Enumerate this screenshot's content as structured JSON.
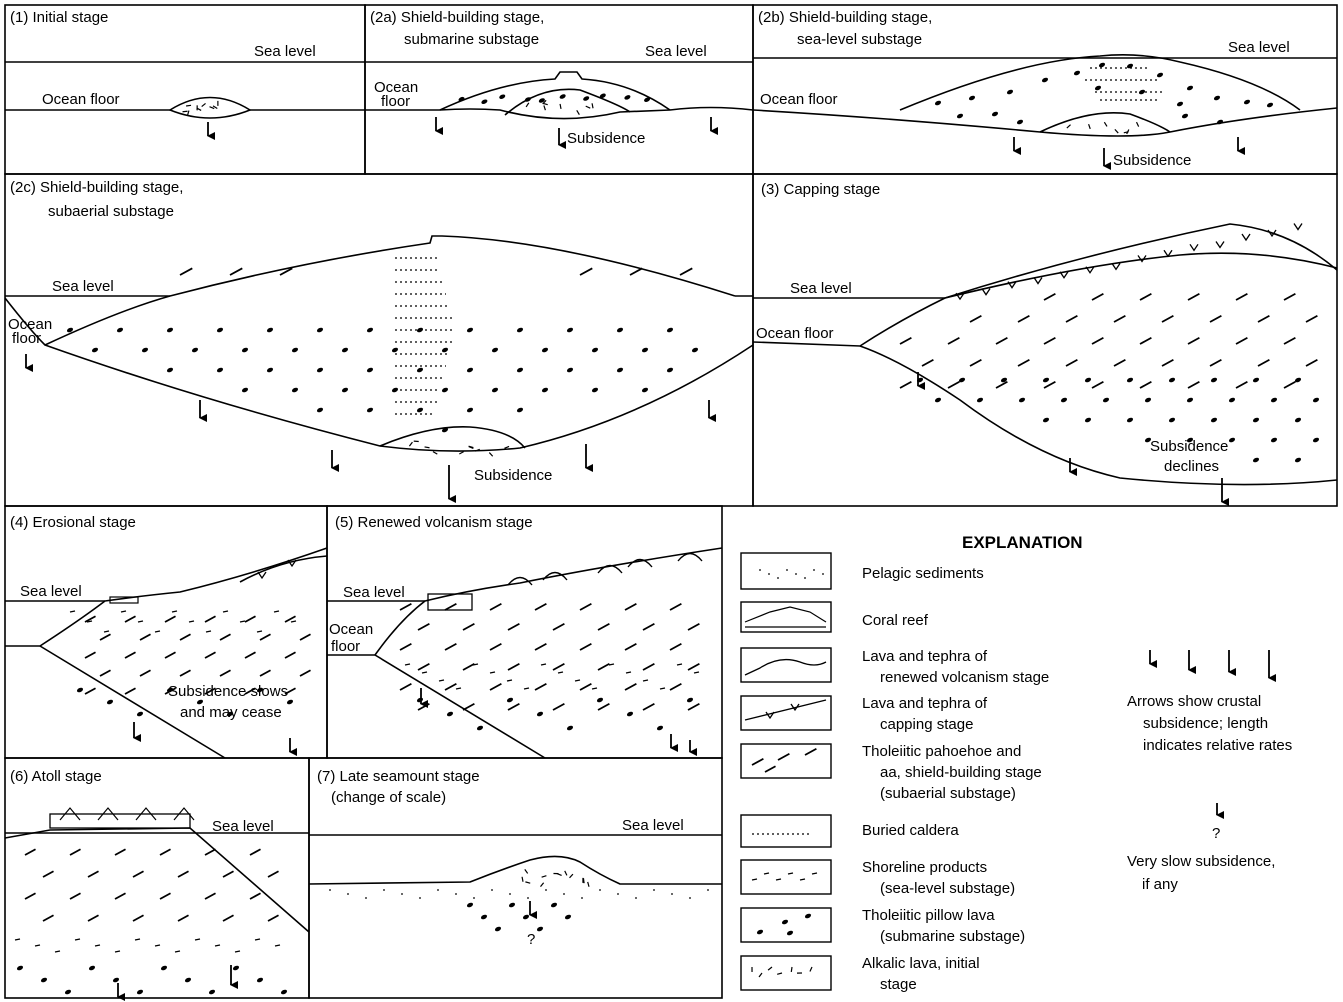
{
  "panels": {
    "p1": {
      "title": "(1) Initial stage",
      "sea_level": "Sea level",
      "ocean_floor": "Ocean floor"
    },
    "p2a": {
      "title_line1": "(2a) Shield-building stage,",
      "title_line2": "submarine substage",
      "sea_level": "Sea level",
      "ocean_floor_1": "Ocean",
      "ocean_floor_2": "floor",
      "subsidence": "Subsidence"
    },
    "p2b": {
      "title_line1": "(2b) Shield-building stage,",
      "title_line2": "sea-level substage",
      "sea_level": "Sea level",
      "ocean_floor": "Ocean floor",
      "subsidence": "Subsidence"
    },
    "p2c": {
      "title_line1": "(2c) Shield-building stage,",
      "title_line2": "subaerial substage",
      "sea_level": "Sea level",
      "ocean_floor_1": "Ocean",
      "ocean_floor_2": "floor",
      "subsidence": "Subsidence"
    },
    "p3": {
      "title": "(3) Capping stage",
      "sea_level": "Sea level",
      "ocean_floor": "Ocean floor",
      "subsidence_1": "Subsidence",
      "subsidence_2": "declines"
    },
    "p4": {
      "title": "(4) Erosional stage",
      "sea_level": "Sea level",
      "note_1": "Subsidence slows",
      "note_2": "and may cease"
    },
    "p5": {
      "title": "(5) Renewed volcanism stage",
      "sea_level": "Sea level",
      "ocean_floor_1": "Ocean",
      "ocean_floor_2": "floor"
    },
    "p6": {
      "title": "(6) Atoll stage",
      "sea_level": "Sea level"
    },
    "p7": {
      "title_line1": "(7) Late seamount stage",
      "title_line2": "(change of scale)",
      "sea_level": "Sea level",
      "question": "?"
    }
  },
  "explanation": {
    "heading": "EXPLANATION",
    "items": [
      {
        "symbol": "pelagic-sediments-swatch",
        "lines": [
          "Pelagic sediments"
        ]
      },
      {
        "symbol": "coral-reef-swatch",
        "lines": [
          "Coral reef"
        ]
      },
      {
        "symbol": "renewed-volcanism-swatch",
        "lines": [
          "Lava and tephra of",
          "renewed volcanism stage"
        ]
      },
      {
        "symbol": "capping-stage-swatch",
        "lines": [
          "Lava and tephra of",
          "capping stage"
        ]
      },
      {
        "symbol": "tholeiitic-pahoehoe-swatch",
        "lines": [
          "Tholeiitic pahoehoe and",
          "aa, shield-building stage",
          "(subaerial substage)"
        ]
      },
      {
        "symbol": "buried-caldera-swatch",
        "lines": [
          "Buried caldera"
        ]
      },
      {
        "symbol": "shoreline-products-swatch",
        "lines": [
          "Shoreline products",
          "(sea-level substage)"
        ]
      },
      {
        "symbol": "pillow-lava-swatch",
        "lines": [
          "Tholeiitic pillow lava",
          "(submarine substage)"
        ]
      },
      {
        "symbol": "alkalic-lava-swatch",
        "lines": [
          "Alkalic lava, initial",
          "stage"
        ]
      }
    ],
    "arrows_note": [
      "Arrows show crustal",
      "subsidence; length",
      "indicates relative rates"
    ],
    "slow_note": [
      "Very slow subsidence,",
      "if any"
    ],
    "slow_question": "?"
  }
}
